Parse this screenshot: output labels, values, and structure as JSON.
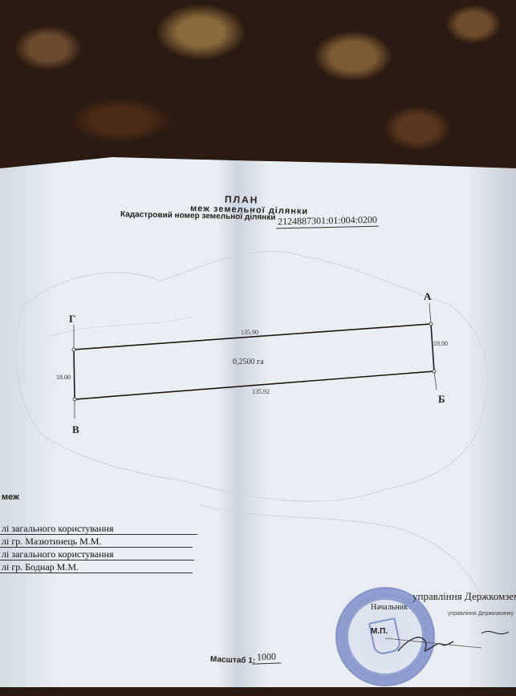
{
  "document": {
    "title": "ПЛАН",
    "subtitle": "меж земельної ділянки",
    "cadastral_label": "Кадастровий номер земельної ділянки",
    "cadastral_number": "2124887301:01:004:0200"
  },
  "plan": {
    "points": {
      "a": "А",
      "b": "Б",
      "v": "В",
      "g": "Г"
    },
    "dimensions": {
      "top": "135.90",
      "bottom": "135.92",
      "left": "18.00",
      "right": "18.00"
    },
    "area": "0,2500 га"
  },
  "legend": {
    "heading": "меж",
    "items": [
      "лі загального користування",
      "лі гр. Мазютинець М.М.",
      "лі загального користування",
      "лі гр. Боднар М.М."
    ]
  },
  "signature": {
    "title": "управління Держкомзем",
    "role": "Начальник",
    "note": "управління Держкомзему",
    "mp": "М.П."
  },
  "scale": {
    "label": "Масштаб 1:",
    "value": "1000"
  },
  "colors": {
    "paper": "#e9eef4",
    "stamp": "#3c50aa",
    "ink": "#222222"
  }
}
